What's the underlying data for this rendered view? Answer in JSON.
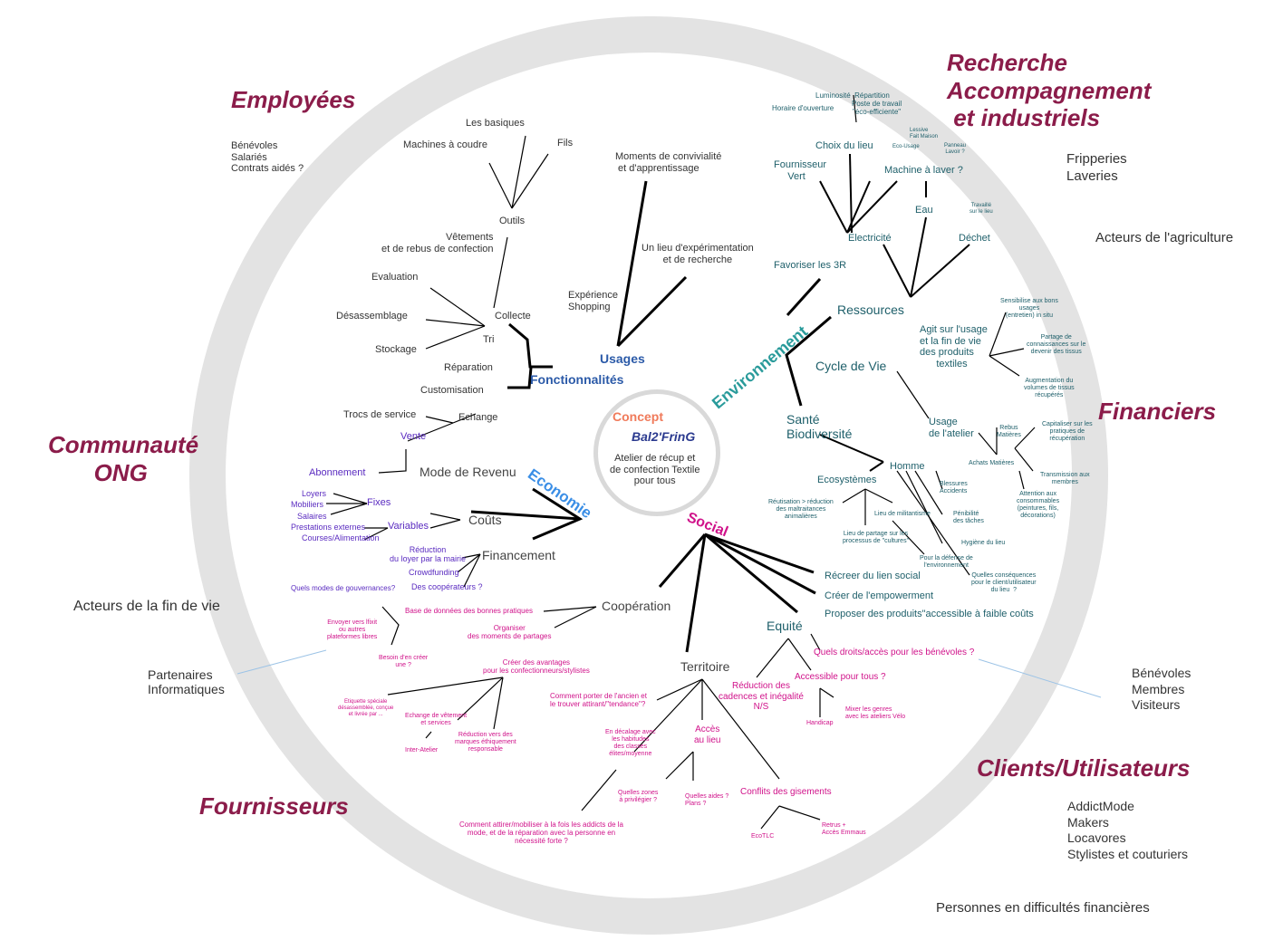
{
  "center": {
    "concept": "Concept",
    "name": "Bal2'FrinG",
    "description": "Atelier de récup et\nde confection Textile\npour tous"
  },
  "colors": {
    "stakeholder": "#8b1c4a",
    "concept": "#f07a5a",
    "brand": "#2b3a8f",
    "usages": "#2b5aa8",
    "economie": "#3a8ee6",
    "environnement": "#2a9b9b",
    "social": "#d0128a",
    "ring": "#e3e3e3"
  },
  "stakeholders": {
    "employees": {
      "title": "Employées",
      "items": "Bénévoles\nSalariés\nContrats aidés ?"
    },
    "research": {
      "title": "Recherche\nAccompagnement\n et industriels",
      "items": "Fripperies\nLaveries",
      "extra": "Acteurs de l'agriculture"
    },
    "community": {
      "title": "Communauté\n       ONG"
    },
    "financiers": {
      "title": "Financiers"
    },
    "end_of_life": "Acteurs de la fin de vie",
    "it_partners": "Partenaires\nInformatiques",
    "suppliers": {
      "title": "Fournisseurs"
    },
    "clients": {
      "title": "Clients/Utilisateurs",
      "items": "AddictMode\nMakers\nLocavores\nStylistes et couturiers"
    },
    "members": "Bénévoles\nMembres\nVisiteurs",
    "low_income": "Personnes en difficultés financières"
  },
  "branches": {
    "usages": "Usages",
    "fonctionnalites": "Fonctionnalités",
    "economie": "Economie",
    "environnement": "Environnement",
    "social": "Social"
  },
  "fonctionnalites": {
    "basiques": "Les basiques",
    "machines": "Machines à coudre",
    "fils": "Fils",
    "outils": "Outils",
    "vetements": "Vêtements\net de rebus de confection",
    "evaluation": "Evaluation",
    "desassemblage": "Désassemblage",
    "collecte": "Collecte",
    "tri": "Tri",
    "stockage": "Stockage",
    "reparation": "Réparation",
    "customisation": "Customisation",
    "trocs": "Trocs de service",
    "echange": "Echange",
    "vente": "Vente"
  },
  "usages_items": {
    "moments": "Moments de convivialité\n et d'apprentissage",
    "lieu": "Un lieu d'expérimentation\net de recherche",
    "experience": "Expérience\nShopping"
  },
  "economie_items": {
    "abonnement": "Abonnement",
    "mode_revenu": "Mode de Revenu",
    "loyers": "Loyers",
    "mobiliers": "Mobiliers",
    "salaires": "Salaires",
    "prestations": "Prestations externes",
    "courses": "Courses/Alimentation",
    "fixes": "Fixes",
    "variables": "Variables",
    "couts": "Coûts",
    "reduction_loyer": "Réduction\ndu loyer par la mairie",
    "crowdfunding": "Crowdfunding",
    "cooperateurs": "Des coopérateurs ?",
    "gouvernance": "Quels modes de gouvernances?",
    "financement": "Financement"
  },
  "environnement_items": {
    "luminosite": "Luminosité  Répartition",
    "horaire": "Horaire d'ouverture",
    "poste": "Poste de travail\n\"éco-efficiente\"",
    "choix_lieu": "Choix du lieu",
    "lessive": "Lessive\nFait Maison",
    "eco_usage": "Eco-Usage",
    "panneau": "Panneau\nLavoir ?",
    "fournisseur": "Fournisseur\n     Vert",
    "machine": "Machine à laver ?",
    "eau": "Eau",
    "travail": "Travaillé\nsur le lieu",
    "electricite": "Electricité",
    "dechet": "Déchet",
    "favoriser": "Favoriser les 3R",
    "ressources": "Ressources",
    "cycle": "Cycle de Vie",
    "agit": "Agit sur l'usage\net la fin de vie\ndes produits\n      textiles",
    "sensibilise": "Sensibilise aux bons\nusages\n(entretien) in situ",
    "partage": "Partage de\nconnaissances sur le\ndevenir des tissus",
    "augmentation": "Augmentation du\nvolumes de tissus\nrécupérés",
    "usage_atelier": "Usage\nde l'atelier",
    "rebus": "Rebus\nMatières",
    "capitaliser": "Capitaliser sur les\npratiques de\nrécupération",
    "achats": "Achats Matières",
    "transmission": "Transmission aux\nmembres",
    "attention": "Attention aux\nconsommables\n(peintures, fils,\ndécorations)",
    "sante": "Santé\nBiodiversité",
    "homme": "Homme",
    "ecosystemes": "Ecosystèmes",
    "blessures": "Blessures\nAccidents",
    "penibilite": "Pénibilité\ndes tâches",
    "hygiene": "Hygiène du lieu",
    "reutilisation": "Réutisation > réduction\ndes maltraitances\nanimalières",
    "militantisme": "Lieu de militantisme",
    "partage_cultures": "Lieu de partage sur les\nprocessus de \"cultures\"",
    "defense": "Pour la défense de\nl'environnement",
    "consequences": "Quelles conséquences\npour le client/utilisateur\ndu lieu  ?"
  },
  "social_items": {
    "recreer": "Récreer du lien social",
    "empowerment": "Créer de l'empowerment",
    "proposer": "Proposer des produits\"accessible à faible coûts",
    "equite": "Equité",
    "droits": "Quels droits/accès pour les bénévoles ?",
    "accessible": "Accessible pour tous ?",
    "handicap": "Handicap",
    "mixer": "Mixer les genres\navec les ateliers Vélo",
    "reduction_cadences": "Réduction des\ncadences et inégalité\nN/S",
    "territoire": "Territoire",
    "cooperation": "Coopération",
    "base_donnees": "Base de données des bonnes pratiques",
    "organiser": "Organiser\ndes moments de partages",
    "envoyer": "Envoyer vers lfixit\nou autres\nplateformes libres",
    "besoin": "Besoin d'en créer\nune ?",
    "creer_avantages": "Créer des avantages\npour les confectionneurs/stylistes",
    "etiquette": "Etiquette spéciale\ndésassemblée, conçue\net livrée par ...",
    "echange_vetement": "Echange de vêtement\net services",
    "inter_atelier": "Inter-Atelier",
    "reduction_marques": "Réduction vers des\nmarques éthiquement\nresponsable",
    "comment_porter": "Comment porter de l'ancien et\nle trouver attirant/\"tendance\"?",
    "decalage": "En décalage avec\nles habitudes\ndes classes\nélites/moyenne",
    "acces": "Accès\nau lieu",
    "conflits": "Conflits des gisements",
    "zones": "Quelles zones\nà privilégier ?",
    "aides": "Quelles aides ?\nPlans ?",
    "ecotlc": "EcoTLC",
    "retrus": "Retrus +\nAccès Emmaus",
    "comment_attirer": "Comment attirer/mobiliser à la fois les addicts de la\nmode, et de la réparation avec la personne en\nnécessité forte ?"
  }
}
